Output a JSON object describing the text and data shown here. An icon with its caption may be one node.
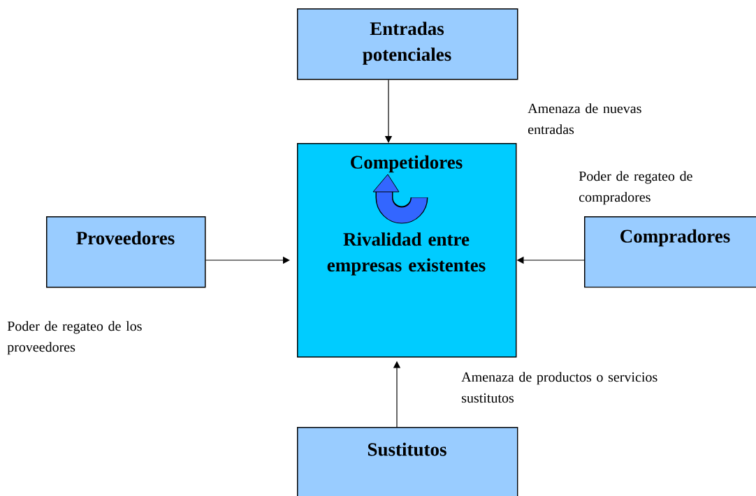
{
  "diagram": {
    "nodes": [
      {
        "text": [
          "Entradas potenciales"
        ]
      },
      {
        "text": [
          "Competidores",
          "Rivalidad entre empresas existentes"
        ]
      },
      {
        "text": [
          "Proveedores"
        ]
      },
      {
        "text": [
          "Compradores"
        ]
      },
      {
        "text": [
          "Sustitutos"
        ]
      }
    ],
    "edges": [
      {
        "from": 0,
        "to": 1,
        "arrow": "to"
      },
      {
        "from": 2,
        "to": 1,
        "arrow": "to"
      },
      {
        "from": 3,
        "to": 1,
        "arrow": "to"
      },
      {
        "from": 4,
        "to": 1,
        "arrow": "to"
      }
    ],
    "labels": [
      "Amenaza de nuevas entradas",
      "Poder de regateo de compradores",
      "Poder de regateo de los proveedores",
      "Amenaza de productos o servicios sustitutos"
    ]
  }
}
